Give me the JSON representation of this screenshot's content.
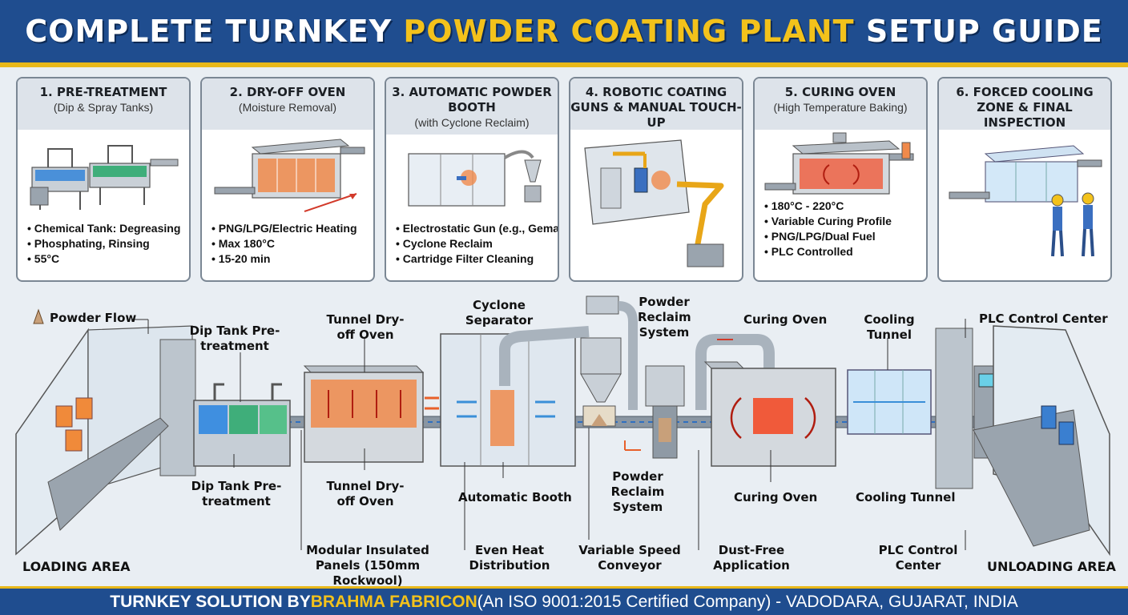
{
  "header": {
    "title_part1": "COMPLETE TURNKEY ",
    "title_highlight": "POWDER COATING PLANT",
    "title_part2": " SETUP GUIDE"
  },
  "stages": [
    {
      "title": "1. PRE-TREATMENT",
      "subtitle": "(Dip & Spray Tanks)",
      "bullets": [
        "Chemical Tank: Degreasing",
        "Phosphating, Rinsing",
        "55°C"
      ]
    },
    {
      "title": "2. DRY-OFF OVEN",
      "subtitle": "(Moisture Removal)",
      "bullets": [
        "PNG/LPG/Electric Heating",
        "Max 180°C",
        "15-20 min"
      ]
    },
    {
      "title": "3. AUTOMATIC POWDER BOOTH",
      "subtitle": "(with Cyclone Reclaim)",
      "bullets": [
        "Electrostatic Gun (e.g., Gema)",
        "Cyclone Reclaim",
        "Cartridge Filter Cleaning"
      ]
    },
    {
      "title": "4. ROBOTIC COATING GUNS & MANUAL TOUCH-UP",
      "subtitle": "",
      "bullets": []
    },
    {
      "title": "5. CURING OVEN",
      "subtitle": "(High Temperature Baking)",
      "bullets": [
        "180°C - 220°C",
        "Variable Curing Profile",
        "PNG/LPG/Dual Fuel",
        "PLC Controlled"
      ]
    },
    {
      "title": "6. FORCED COOLING ZONE & FINAL INSPECTION",
      "subtitle": "",
      "bullets": []
    }
  ],
  "diagram": {
    "powder_flow": "Powder Flow",
    "dip_tank_top": "Dip Tank Pre-treatment",
    "dryoff_top": "Tunnel Dry-off Oven",
    "cyclone": "Cyclone Separator",
    "reclaim_top": "Powder Reclaim System",
    "curing_top": "Curing Oven",
    "cooling_top": "Cooling Tunnel",
    "plc_top": "PLC Control Center",
    "dip_tank_bottom": "Dip Tank Pre-treatment",
    "dryoff_bottom": "Tunnel Dry-off Oven",
    "auto_booth": "Automatic Booth",
    "reclaim_bottom": "Powder Reclaim System",
    "curing_bottom": "Curing Oven",
    "cooling_bottom": "Cooling Tunnel",
    "loading": "LOADING AREA",
    "panels": "Modular Insulated Panels (150mm Rockwool)",
    "even_heat": "Even Heat Distribution",
    "conveyor": "Variable Speed Conveyor",
    "dust_free": "Dust-Free Application",
    "plc_bottom": "PLC Control Center",
    "unloading": "UNLOADING AREA"
  },
  "footer": {
    "prefix": "TURNKEY SOLUTION BY ",
    "company": "BRAHMA FABRICON",
    "suffix": " (An ISO 9001:2015 Certified Company) - VADODARA, GUJARAT, INDIA"
  },
  "colors": {
    "navy": "#1f4d8f",
    "gold": "#f3c21b",
    "heat": "#e8602a",
    "water": "#3a8fd8",
    "steel": "#9aa4ae"
  }
}
